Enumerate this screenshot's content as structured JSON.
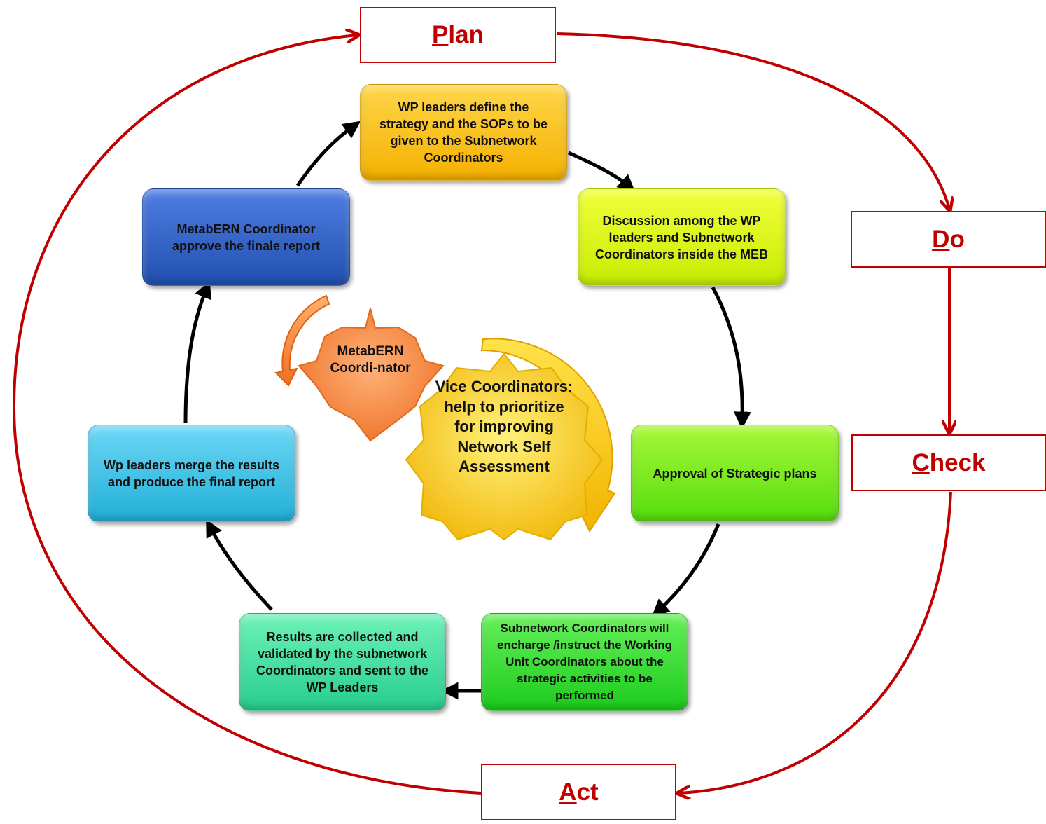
{
  "pdca": {
    "plan": {
      "first": "P",
      "rest": "lan"
    },
    "do": {
      "first": "D",
      "rest": "o"
    },
    "check": {
      "first": "C",
      "rest": "heck"
    },
    "act": {
      "first": "A",
      "rest": "ct"
    }
  },
  "steps": {
    "strategy": "WP leaders define the strategy and the SOPs to be given to the Subnetwork Coordinators",
    "discussion": "Discussion among the WP leaders and Subnetwork Coordinators inside the MEB",
    "approval": "Approval of Strategic plans",
    "subnetwork": "Subnetwork Coordinators will encharge /instruct the Working Unit Coordinators about the strategic activities to be  performed",
    "results": "Results are collected  and validated by the subnetwork Coordinators and sent to the WP Leaders",
    "merge": "Wp leaders merge the results and produce the final report",
    "approve": "MetabERN  Coordinator approve the finale report"
  },
  "gears": {
    "coordinator": "MetabERN Coordi-nator",
    "vice": "Vice Coordinators: help to prioritize for improving Network Self Assessment"
  },
  "colors": {
    "pdca_red": "#c00000",
    "strategy": "#fbc21a",
    "discussion": "#dff511",
    "approval": "#7aea1f",
    "subnetwork": "#3ede35",
    "results": "#45dfa4",
    "merge": "#3fc3e8",
    "approve": "#3566c8",
    "gear_orange": "#f58a3c",
    "gear_yellow": "#f7c518"
  }
}
